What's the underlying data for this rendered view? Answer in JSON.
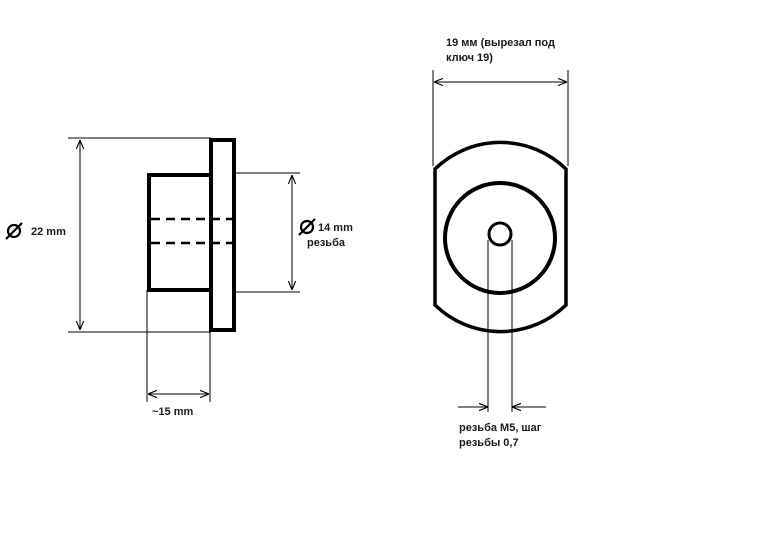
{
  "side_view": {
    "outer_diameter_label": "22 mm",
    "inner_diameter_label": "14 mm",
    "thread_label": "резьба",
    "length_label": "~15 mm"
  },
  "front_view": {
    "width_label_line1": "19 мм (вырезал под",
    "width_label_line2": "ключ 19)",
    "hole_label_line1": "резьба М5, шаг",
    "hole_label_line2": "резьбы 0,7"
  }
}
